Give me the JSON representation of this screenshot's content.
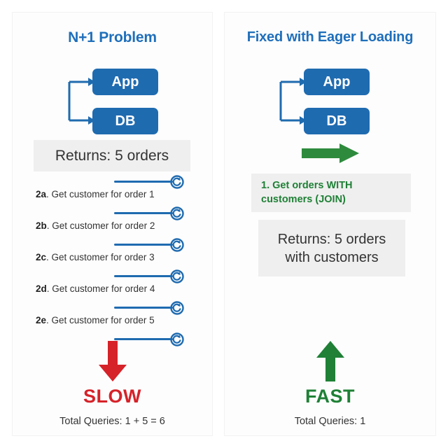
{
  "colors": {
    "node_blue": "#1f6bb0",
    "title_blue": "#1f6fbb",
    "green": "#1f8036",
    "green_arrow": "#2e8b3d",
    "red": "#d62229",
    "box_gray": "#efefef",
    "panel_bg": "#fdfdfd",
    "page_bg": "#ffffff"
  },
  "left_panel": {
    "title": "N+1 Problem",
    "nodes": [
      {
        "label": "App",
        "icon": "app-box"
      },
      {
        "label": "DB",
        "icon": "db-box"
      }
    ],
    "bracket_icon": "branch-arrows-icon",
    "returns_box": "Returns: 5 orders",
    "queries": [
      {
        "num": "2a",
        "text": ". Get customer for order 1",
        "icon": "refresh-query-icon"
      },
      {
        "num": "2b",
        "text": ". Get customer for order 2",
        "icon": "refresh-query-icon"
      },
      {
        "num": "2c",
        "text": ". Get customer for order 3",
        "icon": "refresh-query-icon"
      },
      {
        "num": "2d",
        "text": ". Get customer for order 4",
        "icon": "refresh-query-icon"
      },
      {
        "num": "2e",
        "text": ". Get customer for order 5",
        "icon": "refresh-query-icon"
      }
    ],
    "outcome": {
      "arrow_icon": "down-arrow-red-icon",
      "word": "SLOW",
      "total": "Total Queries: 1 + 5 = 6"
    }
  },
  "right_panel": {
    "title": "Fixed with Eager Loading",
    "nodes": [
      {
        "label": "App",
        "icon": "app-box"
      },
      {
        "label": "DB",
        "icon": "db-box"
      }
    ],
    "bracket_icon": "branch-arrows-icon",
    "green_arrow_icon": "right-arrow-green-icon",
    "join_box_line1": "1. Get orders WITH",
    "join_box_line2": "customers (JOIN)",
    "returns_box_line1": "Returns: 5 orders",
    "returns_box_line2": "with customers",
    "outcome": {
      "arrow_icon": "up-arrow-green-icon",
      "word": "FAST",
      "total": "Total Queries: 1"
    }
  }
}
